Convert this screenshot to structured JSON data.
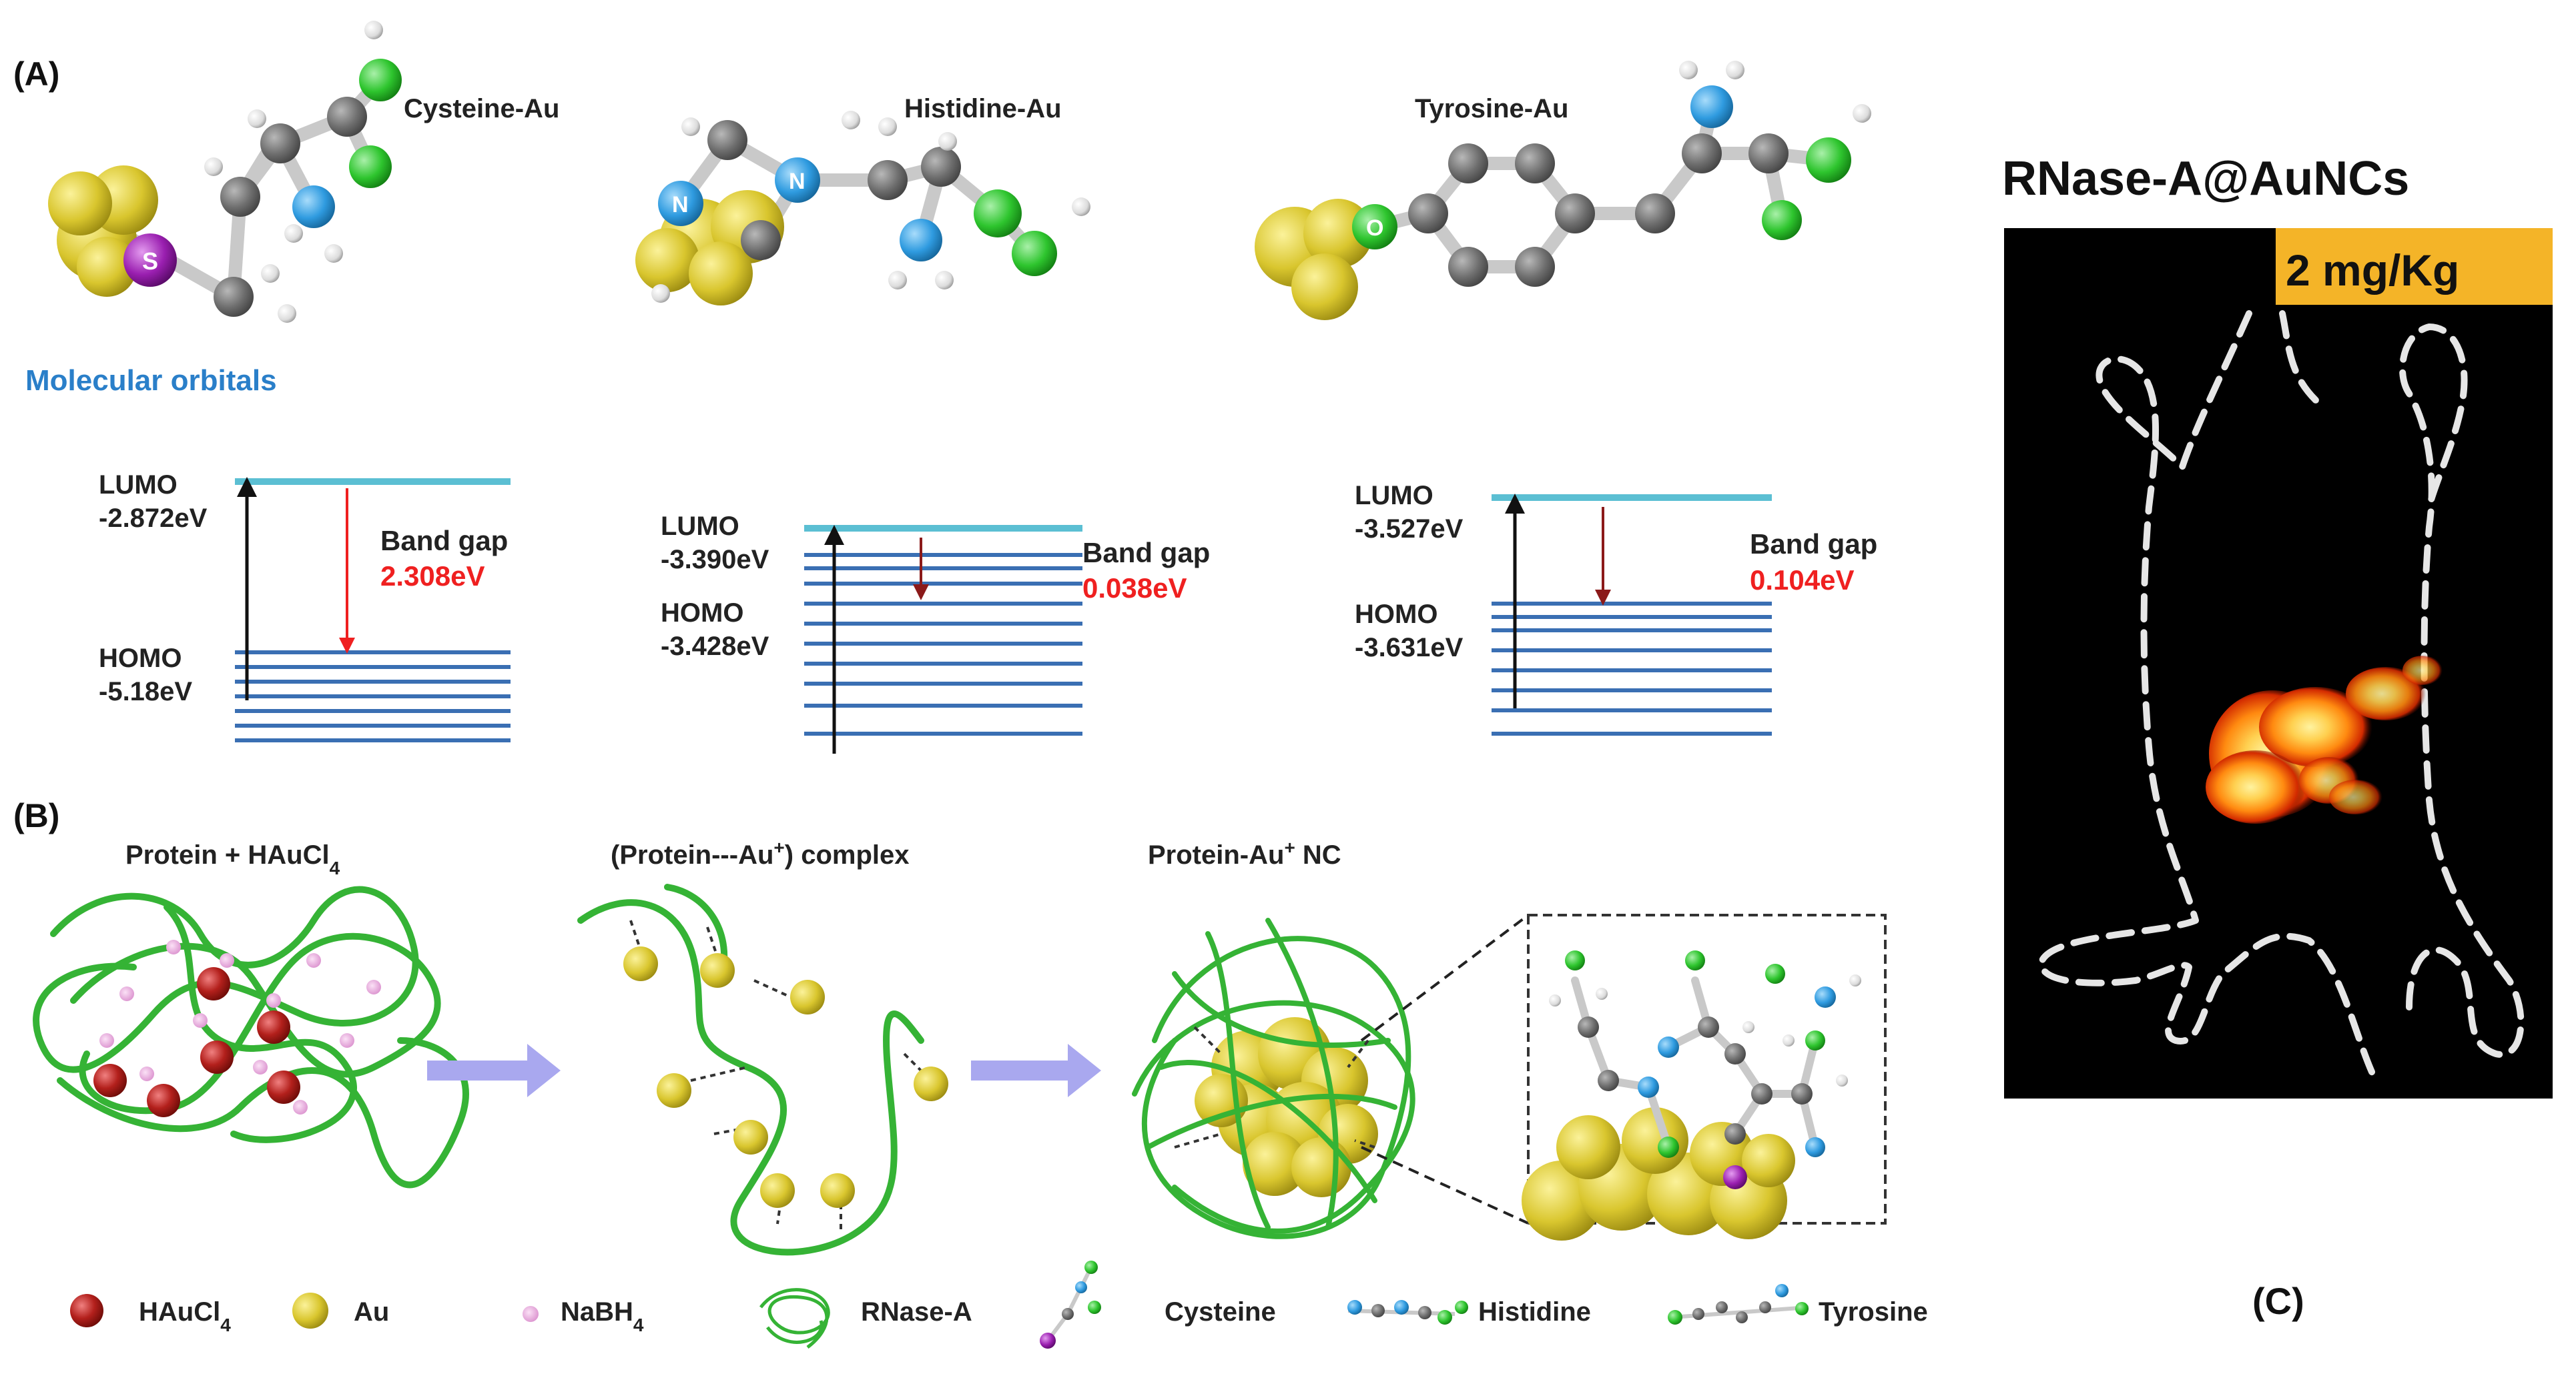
{
  "panel_a": {
    "label": "(A)",
    "molecules": [
      {
        "name": "Cysteine-Au",
        "atom_label": "S"
      },
      {
        "name": "Histidine-Au",
        "atom_label_1": "N",
        "atom_label_2": "N"
      },
      {
        "name": "Tyrosine-Au",
        "atom_label": "O"
      }
    ],
    "orbitals_heading": "Molecular orbitals",
    "orbitals": [
      {
        "lumo_label": "LUMO",
        "lumo_value": "-2.872eV",
        "homo_label": "HOMO",
        "homo_value": "-5.18eV",
        "gap_label": "Band gap",
        "gap_value": "2.308eV",
        "gap_ev": 2.308
      },
      {
        "lumo_label": "LUMO",
        "lumo_value": "-3.390eV",
        "homo_label": "HOMO",
        "homo_value": "-3.428eV",
        "gap_label": "Band gap",
        "gap_value": "0.038eV",
        "gap_ev": 0.038
      },
      {
        "lumo_label": "LUMO",
        "lumo_value": "-3.527eV",
        "homo_label": "HOMO",
        "homo_value": "-3.631eV",
        "gap_label": "Band gap",
        "gap_value": "0.104eV",
        "gap_ev": 0.104
      }
    ]
  },
  "panel_b": {
    "label": "(B)",
    "stage_1": {
      "text": "Protein + HAuCl",
      "sub": "4"
    },
    "stage_2": {
      "pre": "(Protein---Au",
      "sup": "+",
      "post": ") complex"
    },
    "stage_3": {
      "pre": "Protein-Au",
      "sup": "+",
      "post": " NC"
    },
    "legend": {
      "haucl4": {
        "text": "HAuCl",
        "sub": "4"
      },
      "au": "Au",
      "nabh4": {
        "text": "NaBH",
        "sub": "4"
      },
      "rnase": "RNase-A",
      "cysteine": "Cysteine",
      "histidine": "Histidine",
      "tyrosine": "Tyrosine"
    }
  },
  "panel_c": {
    "label": "(C)",
    "title": "RNase-A@AuNCs",
    "dose": "2 mg/Kg"
  },
  "colors": {
    "au_gold": "#d9c62e",
    "au_shadow": "#a99a18",
    "haucl4_red": "#b3201c",
    "nabh4_pink": "#e6a9dc",
    "protein_green": "#35b335",
    "carbon_gray": "#707070",
    "nitrogen_blue": "#2f9be0",
    "oxygen_green": "#2ec52e",
    "sulfur_purple": "#9a1fb0",
    "lumo_cyan": "#5bbfd3",
    "homo_blue": "#3a6fb3",
    "arrow_lavender": "#a9a8ef",
    "dose_bg": "#f4b428",
    "heat_core": "#ffe070",
    "heat_edge": "#d22a00"
  }
}
